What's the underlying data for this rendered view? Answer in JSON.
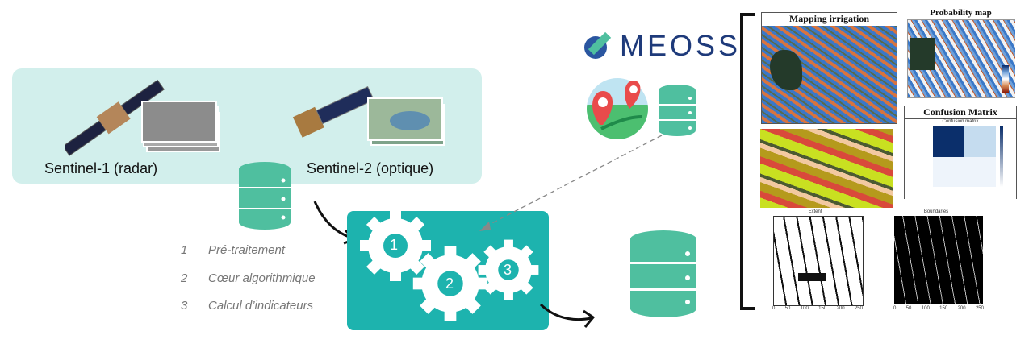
{
  "inputs": {
    "sentinel1_label": "Sentinel-1 (radar)",
    "sentinel2_label": "Sentinel-2 (optique)"
  },
  "steps": [
    {
      "num": "1",
      "label": "Pré-traitement"
    },
    {
      "num": "2",
      "label": "Cœur algorithmique"
    },
    {
      "num": "3",
      "label": "Calcul d’indicateurs"
    }
  ],
  "gears": [
    "1",
    "2",
    "3"
  ],
  "logo": {
    "text": "MEOSS"
  },
  "outputs": {
    "mapping_title": "Mapping irrigation",
    "probability_title": "Probability map",
    "confusion_title": "Confusion Matrix",
    "confusion_subtitle": "Confusion matrix",
    "extent_title": "Extent",
    "boundaries_title": "Boundaries",
    "axis_ticks": [
      "0",
      "50",
      "100",
      "150",
      "200",
      "250"
    ]
  },
  "colors": {
    "panel": "#d2efec",
    "process": "#1db3ae",
    "database": "#4fbf9f",
    "logo": "#1e3a7a"
  }
}
